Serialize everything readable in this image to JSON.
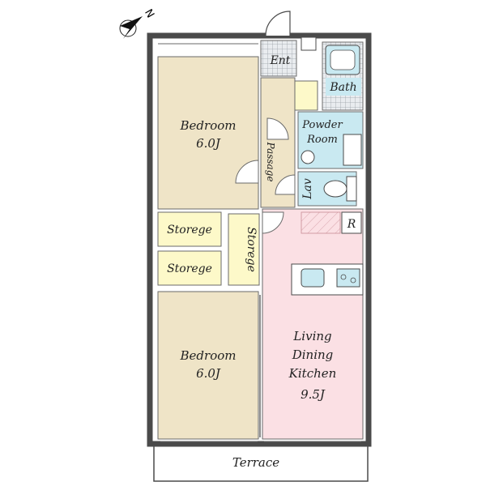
{
  "colors": {
    "bedroom": "#efe4c7",
    "storage": "#fdf9c9",
    "living": "#fbe0e4",
    "wet": "#c9e9f1",
    "passage": "#efe4c7",
    "tile": "#cfd4d9",
    "wall": "#4a4a4a",
    "terrace": "#ffffff"
  },
  "compass": {
    "label": "N",
    "icon": "north-arrow-icon"
  },
  "rooms": {
    "bedroom_top": {
      "name": "Bedroom",
      "size": "6.0J"
    },
    "bedroom_bottom": {
      "name": "Bedroom",
      "size": "6.0J"
    },
    "storage_1": {
      "name": "Storege"
    },
    "storage_2": {
      "name": "Storege"
    },
    "storage_3": {
      "name": "Storege"
    },
    "passage": {
      "name": "Passage"
    },
    "entrance": {
      "name": "Ent"
    },
    "bath": {
      "name": "Bath"
    },
    "powder_room": {
      "line1": "Powder",
      "line2": "Room"
    },
    "lavatory": {
      "name": "Lav"
    },
    "refrigerator": {
      "name": "R"
    },
    "ldk": {
      "line1": "Living",
      "line2": "Dining",
      "line3": "Kitchen",
      "size": "9.5J"
    },
    "terrace": {
      "name": "Terrace"
    }
  }
}
